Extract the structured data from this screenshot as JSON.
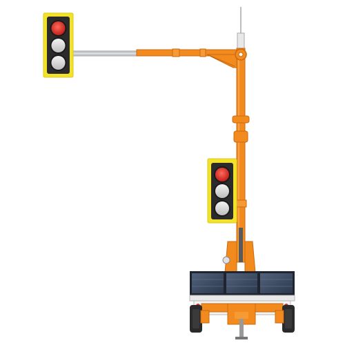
{
  "colors": {
    "background": "#ffffff",
    "pole_orange": "#f28a1e",
    "pole_orange_dark": "#c96a10",
    "signal_housing_yellow": "#f2e32a",
    "signal_housing_edge": "#d9c71a",
    "lamp_red": "#e3322b",
    "lamp_off": "#e2e2e2",
    "lamp_rim": "#2b2b2b",
    "solar_panel": "#3b4a63",
    "solar_frame": "#1e2430",
    "tire": "#2a2a2a",
    "arm_silver": "#c9cbce",
    "trailer_body": "#f4f4f4"
  },
  "scene": {
    "upper_signal": {
      "lit_lamp": "red",
      "lamp_count": 3
    },
    "lower_signal": {
      "lit_lamp": "red",
      "lamp_count": 3
    },
    "solar_panel_count": 3,
    "wheel_count": 2
  }
}
